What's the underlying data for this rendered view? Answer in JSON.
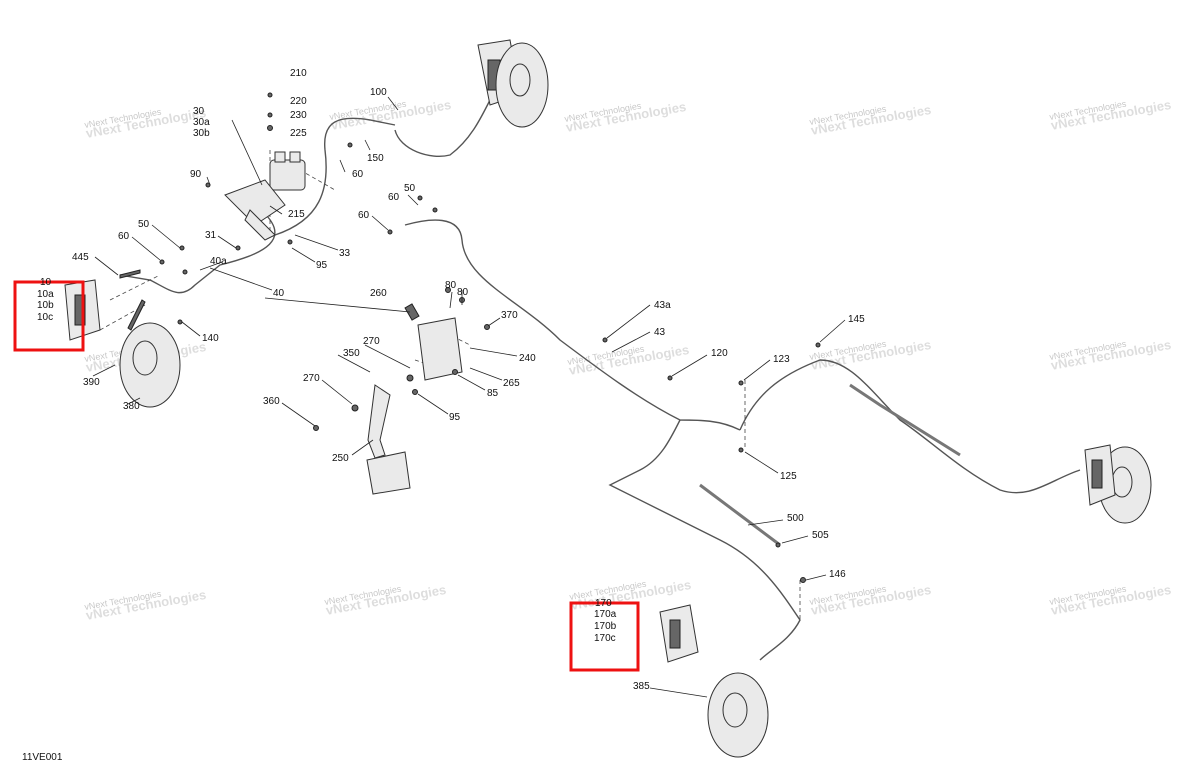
{
  "diagram_code": "11VE001",
  "watermark": {
    "line1": "vNext Technologies",
    "line2": "vNext Technologies"
  },
  "highlight_color": "#e11111",
  "labels": {
    "l210": "210",
    "l220": "220",
    "l230": "230",
    "l225": "225",
    "l30": "30",
    "l30a": "30a",
    "l30b": "30b",
    "l100": "100",
    "l150": "150",
    "l90": "90",
    "l60a": "60",
    "l60b": "60",
    "l60c": "60",
    "l60d": "60",
    "l50a": "50",
    "l50b": "50",
    "l215": "215",
    "l31": "31",
    "l33": "33",
    "l95a": "95",
    "l95b": "95",
    "l445": "445",
    "l40a": "40a",
    "l40": "40",
    "l10": "10",
    "l10a": "10a",
    "l10b": "10b",
    "l10c": "10c",
    "l140": "140",
    "l390": "390",
    "l380": "380",
    "l260": "260",
    "l80a": "80",
    "l80b": "80",
    "l370": "370",
    "l270a": "270",
    "l350": "350",
    "l240": "240",
    "l265": "265",
    "l85": "85",
    "l270b": "270",
    "l360": "360",
    "l250": "250",
    "l43a": "43a",
    "l43": "43",
    "l120": "120",
    "l123": "123",
    "l145": "145",
    "l125": "125",
    "l500": "500",
    "l505": "505",
    "l146": "146",
    "l170": "170",
    "l170a": "170a",
    "l170b": "170b",
    "l170c": "170c",
    "l385": "385"
  }
}
